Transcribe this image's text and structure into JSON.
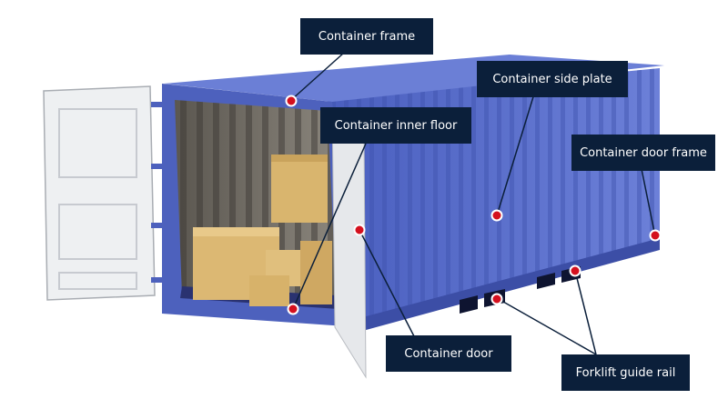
{
  "diagram": {
    "subject": "Shipping container",
    "colors": {
      "label_bg": "#0b1f3a",
      "label_text": "#ffffff",
      "marker": "#d4101e",
      "container_body": "#5468c4",
      "container_dark": "#3c4ea6",
      "door": "#eef0f2",
      "box": "#d9b56e"
    },
    "labels": [
      {
        "id": "frame",
        "text": "Container frame"
      },
      {
        "id": "side_plate",
        "text": "Container side plate"
      },
      {
        "id": "inner_floor",
        "text": "Container inner floor"
      },
      {
        "id": "door_frame",
        "text": "Container door frame"
      },
      {
        "id": "door",
        "text": "Container door"
      },
      {
        "id": "forklift_rail",
        "text": "Forklift guide rail"
      }
    ]
  }
}
